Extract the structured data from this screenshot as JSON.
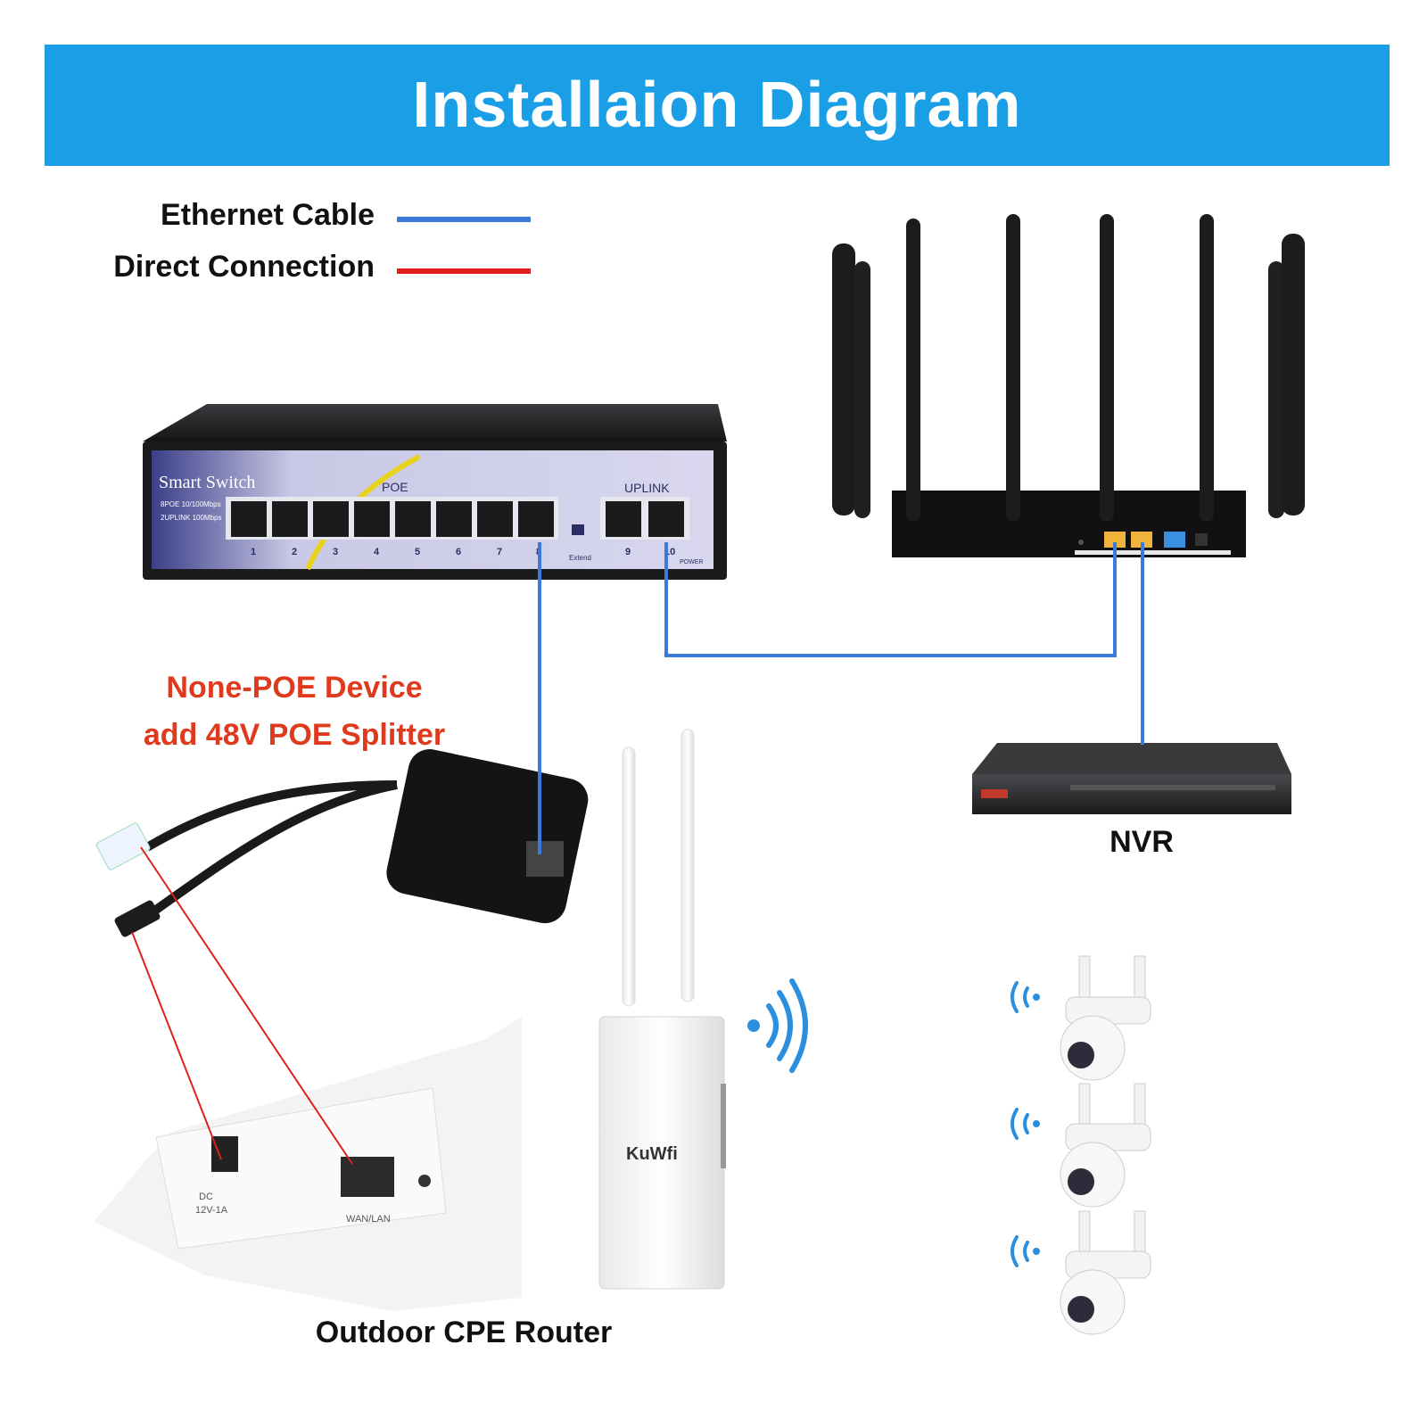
{
  "banner": {
    "title": "Installaion Diagram",
    "color": "#1a9fe6"
  },
  "legend": {
    "ethernet": {
      "label": "Ethernet Cable",
      "color": "#3b7ad8"
    },
    "direct": {
      "label": "Direct Connection",
      "color": "#e02020"
    }
  },
  "switch": {
    "brand": "Smart Switch",
    "spec1": "8POE 10/100Mbps",
    "spec2": "2UPLINK 100Mbps",
    "poe_label": "POE",
    "uplink_label": "UPLINK",
    "extend_label": "Extend",
    "power_label": "POWER",
    "port_numbers": [
      "1",
      "2",
      "3",
      "4",
      "5",
      "6",
      "7",
      "8",
      "9",
      "10"
    ]
  },
  "splitter": {
    "line1": "None-POE Device",
    "line2": "add 48V POE Splitter",
    "color": "#e03a1e"
  },
  "nvr": {
    "label": "NVR"
  },
  "cpe": {
    "label": "Outdoor CPE Router",
    "brand": "KuWfi",
    "port_dc": "DC",
    "port_dc_rating": "12V-1A",
    "port_wan": "WAN/LAN"
  }
}
